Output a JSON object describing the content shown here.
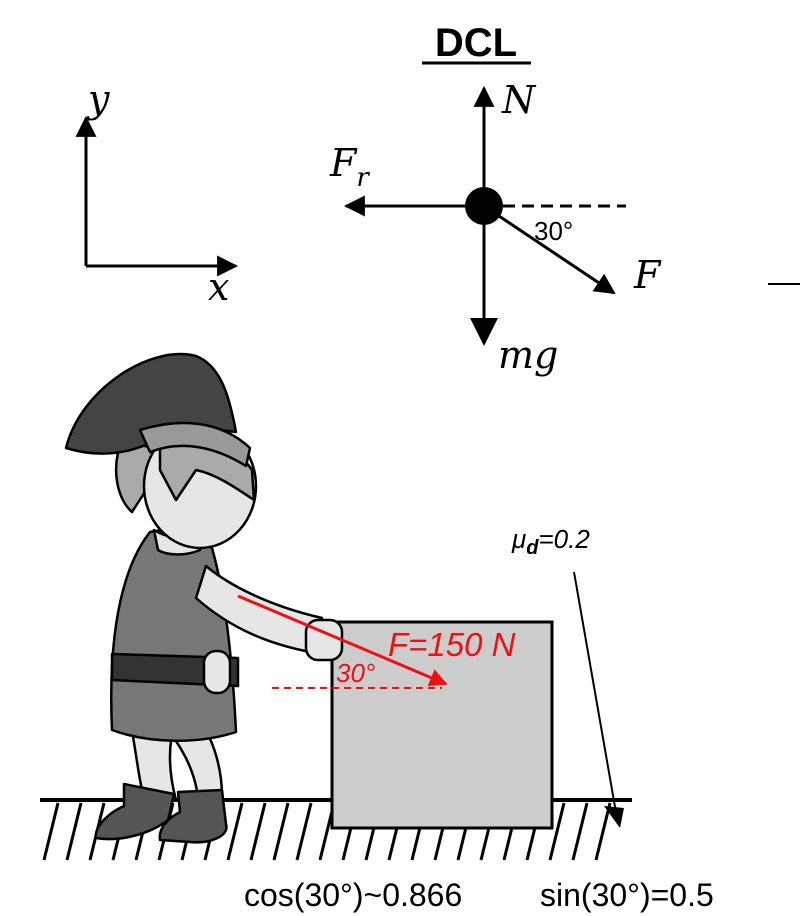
{
  "title": "DCL",
  "axes": {
    "y_label": "y",
    "x_label": "x"
  },
  "free_body": {
    "normal_label": "N",
    "friction_label": "F",
    "friction_subscript": "r",
    "applied_label": "F",
    "weight_label": "mg",
    "angle_label": "30°"
  },
  "scene": {
    "force_label": "F=150 N",
    "angle_label": "30°",
    "mu_symbol": "μ",
    "mu_subscript": "d",
    "mu_value": "=0.2"
  },
  "footer": {
    "cos_text": "cos(30°)~0.866",
    "sin_text": "sin(30°)=0.5"
  },
  "colors": {
    "force_red": "#ee1111",
    "box_fill": "#cccccc",
    "hat_fill": "#444444",
    "tunic_fill": "#777777",
    "belt_fill": "#333333",
    "boot_fill": "#555555",
    "skin_fill": "#e6e6e6"
  }
}
